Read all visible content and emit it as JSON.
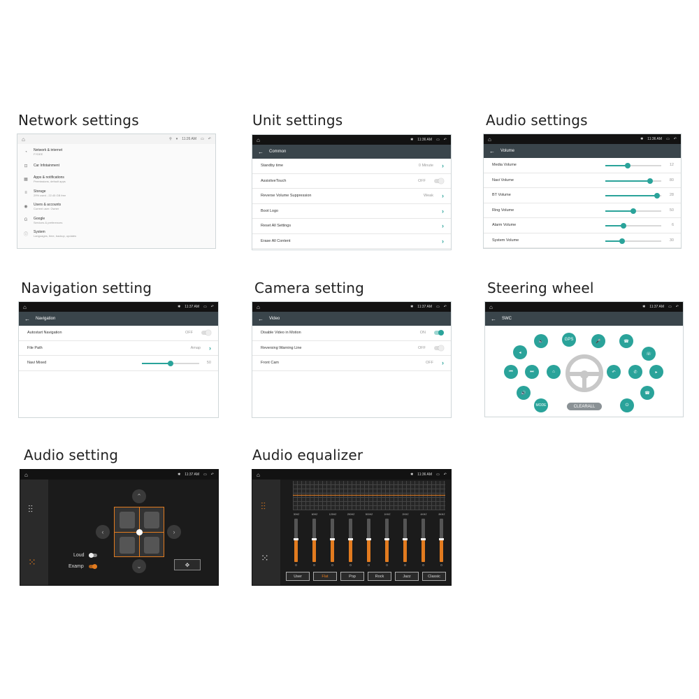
{
  "network": {
    "title": "Network settings",
    "time": "11:26 AM",
    "items": [
      {
        "icon": "wifi-icon",
        "label": "Network & internet",
        "sub": "FYDEE"
      },
      {
        "icon": "car-icon",
        "label": "Car Infotainment",
        "sub": ""
      },
      {
        "icon": "apps-icon",
        "label": "Apps & notifications",
        "sub": "Permissions, default apps"
      },
      {
        "icon": "storage-icon",
        "label": "Storage",
        "sub": "29% used - 22.45 GB free"
      },
      {
        "icon": "user-icon",
        "label": "Users & accounts",
        "sub": "Current user: Owner"
      },
      {
        "icon": "google-icon",
        "label": "Google",
        "sub": "Services & preferences"
      },
      {
        "icon": "info-icon",
        "label": "System",
        "sub": "Languages, time, backup, updates"
      }
    ]
  },
  "unit": {
    "title": "Unit settings",
    "time": "11:36 AM",
    "header": "Common",
    "rows": [
      {
        "label": "Standby time",
        "value": "0 Minute",
        "ctrl": "chev"
      },
      {
        "label": "AssistiveTouch",
        "value": "OFF",
        "ctrl": "toggle"
      },
      {
        "label": "Reverse Volume Suppression",
        "value": "Weak",
        "ctrl": "chev"
      },
      {
        "label": "Boot Logo",
        "value": "",
        "ctrl": "chev"
      },
      {
        "label": "Reset All Settings",
        "value": "",
        "ctrl": "chev"
      },
      {
        "label": "Erase All Content",
        "value": "",
        "ctrl": "chev"
      }
    ]
  },
  "audio": {
    "title": "Audio settings",
    "time": "11:36 AM",
    "header": "Volume",
    "rows": [
      {
        "label": "Media Volume",
        "value": "12",
        "level": 0.4
      },
      {
        "label": "Navi Volume",
        "value": "80",
        "level": 0.8
      },
      {
        "label": "BT Volume",
        "value": "28",
        "level": 0.93
      },
      {
        "label": "Ring Volume",
        "value": "50",
        "level": 0.5
      },
      {
        "label": "Alarm Volume",
        "value": "6",
        "level": 0.33
      },
      {
        "label": "System Volume",
        "value": "30",
        "level": 0.3
      }
    ]
  },
  "nav": {
    "title": "Navigation setting",
    "time": "11:37 AM",
    "header": "Navigation",
    "rows": [
      {
        "label": "Autostart Navigation",
        "value": "OFF"
      },
      {
        "label": "File Path",
        "value": "Amap"
      },
      {
        "label": "Navi Mixed",
        "value": "50",
        "level": 0.5
      }
    ]
  },
  "camera": {
    "title": "Camera setting",
    "time": "11:37 AM",
    "header": "Video",
    "rows": [
      {
        "label": "Disable Video in Motion",
        "value": "ON",
        "ctrl": "toggle-on"
      },
      {
        "label": "Reversing Warning Line",
        "value": "OFF",
        "ctrl": "toggle"
      },
      {
        "label": "Front Cam",
        "value": "OFF",
        "ctrl": "chev"
      }
    ]
  },
  "steering": {
    "title": "Steering wheel",
    "time": "11:37 AM",
    "header": "SWC",
    "gps": "GPS",
    "mode": "MODE",
    "clear": "CLEARALL"
  },
  "audio2": {
    "title": "Audio setting",
    "time": "11:37 AM",
    "loud": "Loud",
    "examp": "Examp"
  },
  "eq": {
    "title": "Audio equalizer",
    "time": "11:36 AM",
    "bands": [
      {
        "label": "30HZ",
        "value": "0",
        "level": 0.5
      },
      {
        "label": "60HZ",
        "value": "0",
        "level": 0.5
      },
      {
        "label": "125HZ",
        "value": "0",
        "level": 0.5
      },
      {
        "label": "250HZ",
        "value": "0",
        "level": 0.5
      },
      {
        "label": "500HZ",
        "value": "0",
        "level": 0.5
      },
      {
        "label": "1KHZ",
        "value": "0",
        "level": 0.5
      },
      {
        "label": "2KHZ",
        "value": "0",
        "level": 0.5
      },
      {
        "label": "4KHZ",
        "value": "0",
        "level": 0.5
      },
      {
        "label": "8KHZ",
        "value": "0",
        "level": 0.5
      }
    ],
    "presets": [
      "User",
      "Flat",
      "Pop",
      "Rock",
      "Jazz",
      "Classic"
    ],
    "selected": "Flat"
  },
  "colors": {
    "accent": "#2aa39a",
    "header": "#3a454b",
    "eq": "#e27b1f"
  }
}
